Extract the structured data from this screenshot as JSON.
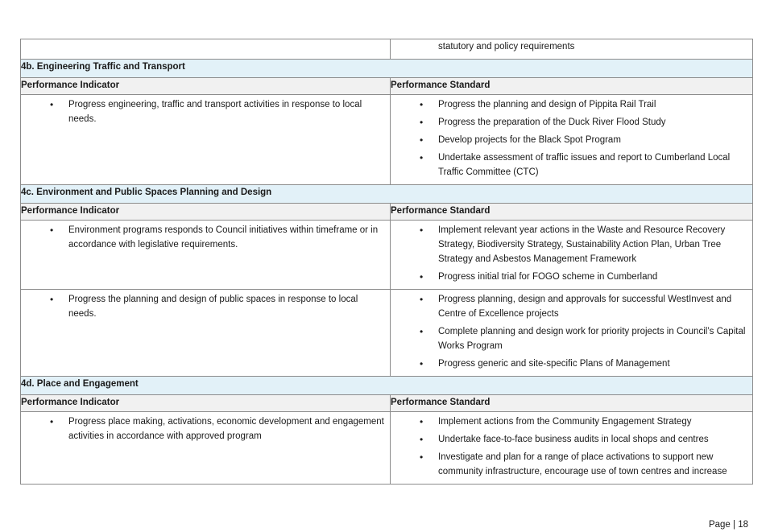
{
  "top_row": {
    "right_continuation": "statutory and policy requirements"
  },
  "sections": [
    {
      "title": "4b. Engineering Traffic and Transport",
      "indicator_header": "Performance Indicator",
      "standard_header": "Performance Standard",
      "rows": [
        {
          "indicators": [
            "Progress engineering, traffic and transport activities in response to local needs."
          ],
          "standards": [
            "Progress the planning and design of Pippita Rail Trail",
            "Progress the preparation of the Duck River Flood Study",
            "Develop projects for the Black Spot Program",
            "Undertake assessment of traffic issues and report to Cumberland Local Traffic Committee (CTC)"
          ]
        }
      ]
    },
    {
      "title": "4c. Environment and Public Spaces Planning and Design",
      "indicator_header": "Performance Indicator",
      "standard_header": "Performance Standard",
      "rows": [
        {
          "indicators": [
            "Environment programs responds to Council initiatives within timeframe or in accordance with legislative requirements."
          ],
          "standards": [
            "Implement relevant year actions in the Waste and Resource Recovery Strategy, Biodiversity Strategy, Sustainability Action Plan, Urban Tree Strategy and Asbestos Management Framework",
            "Progress initial trial for FOGO scheme in Cumberland"
          ]
        },
        {
          "indicators": [
            "Progress the planning and design of public spaces in response to local needs."
          ],
          "standards": [
            "Progress planning, design and approvals for successful WestInvest and Centre of Excellence projects",
            "Complete planning and design work for priority projects in Council’s Capital Works Program",
            "Progress generic and site-specific Plans of Management"
          ]
        }
      ]
    },
    {
      "title": "4d. Place and Engagement",
      "indicator_header": "Performance Indicator",
      "standard_header": "Performance Standard",
      "rows": [
        {
          "indicators": [
            "Progress place making, activations, economic development and engagement activities in accordance with approved program"
          ],
          "standards": [
            "Implement actions from the Community Engagement Strategy",
            "Undertake face-to-face business audits in local shops and centres",
            "Investigate and plan for a range of place activations to support new community infrastructure, encourage use of town centres and increase"
          ]
        }
      ]
    }
  ],
  "footer": {
    "page_label": "Page | 18"
  }
}
